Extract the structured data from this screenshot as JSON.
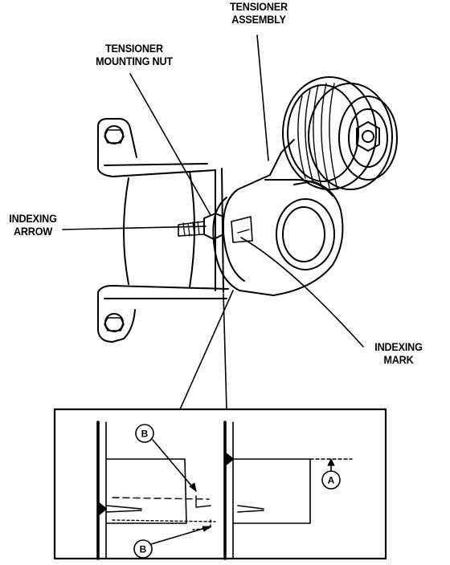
{
  "labels": {
    "tensioner_assembly": [
      "TENSIONER",
      "ASSEMBLY"
    ],
    "tensioner_mounting_nut": [
      "TENSIONER",
      "MOUNTING NUT"
    ],
    "indexing_arrow": [
      "INDEXING",
      "ARROW"
    ],
    "indexing_mark": [
      "INDEXING",
      "MARK"
    ]
  },
  "callouts": {
    "b_top": "B",
    "b_bottom": "B",
    "a": "A"
  }
}
